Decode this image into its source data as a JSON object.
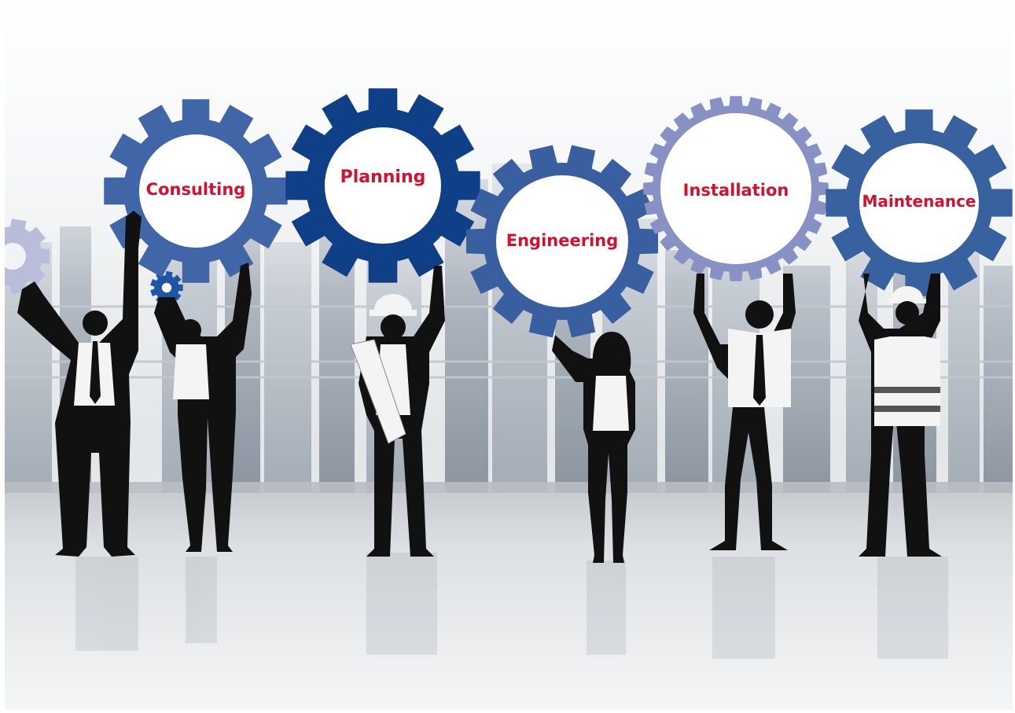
{
  "gears": [
    {
      "label": "Consulting",
      "color": "#4166a8"
    },
    {
      "label": "Planning",
      "color": "#0f3f86"
    },
    {
      "label": "Engineering",
      "color": "#3a5fa1"
    },
    {
      "label": "Installation",
      "color": "#8791c3"
    },
    {
      "label": "Maintenance",
      "color": "#37619f"
    }
  ],
  "colors": {
    "label_text": "#d5102f",
    "silhouette": "#111111",
    "shirt": "#f4f4f4"
  }
}
